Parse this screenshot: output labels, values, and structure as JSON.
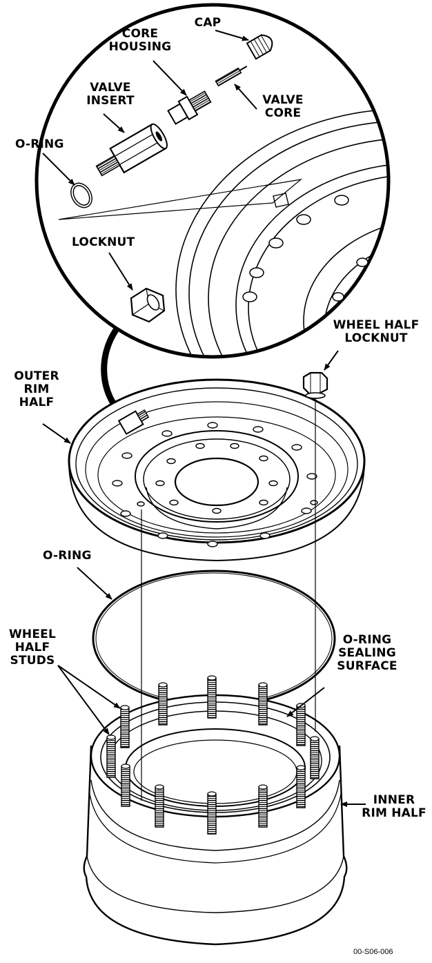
{
  "labels": {
    "cap": "CAP",
    "core_housing": "CORE\nHOUSING",
    "valve_insert": "VALVE\nINSERT",
    "valve_core": "VALVE\nCORE",
    "o_ring_detail": "O-RING",
    "locknut": "LOCKNUT",
    "wheel_half_locknut": "WHEEL HALF\nLOCKNUT",
    "outer_rim_half": "OUTER\nRIM\nHALF",
    "o_ring": "O-RING",
    "wheel_half_studs": "WHEEL\nHALF\nSTUDS",
    "o_ring_sealing_surface": "O-RING\nSEALING\nSURFACE",
    "inner_rim_half": "INNER\nRIM HALF"
  },
  "figure_code": "00-S06-006"
}
